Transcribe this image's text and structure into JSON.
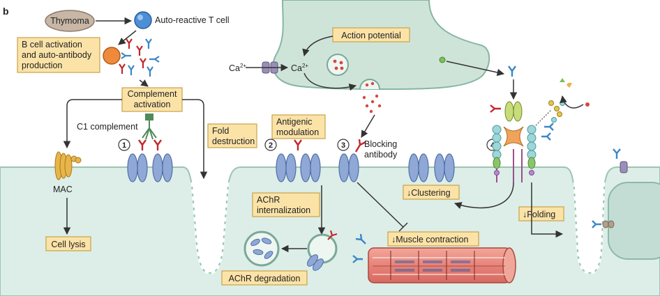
{
  "panel_letter": "b",
  "labels": {
    "thymoma": "Thymoma",
    "auto_reactive_t_cell": "Auto-reactive T cell",
    "b_cell_activation": [
      "B cell activation",
      "and auto-antibody",
      "production"
    ],
    "action_potential": "Action potential",
    "ca_outside": "Ca",
    "ca_inside": "Ca",
    "ca_superscript": "2+",
    "complement_activation": [
      "Complement",
      "activation"
    ],
    "c1_complement": "C1 complement",
    "fold_destruction": [
      "Fold",
      "destruction"
    ],
    "antigenic_modulation": [
      "Antigenic",
      "modulation"
    ],
    "blocking_antibody": [
      "Blocking",
      "antibody"
    ],
    "mac": "MAC",
    "cell_lysis": "Cell lysis",
    "clustering": "↓Clustering",
    "achr_internalization": [
      "AChR",
      "internalization"
    ],
    "muscle_contraction": "↓Muscle contraction",
    "achr_degradation": "AChR degradation",
    "folding": "↓Folding"
  },
  "mechanism_numbers": [
    "1",
    "2",
    "3",
    "4"
  ],
  "colors": {
    "box_fill": "#fbe3a8",
    "box_stroke": "#c9a24a",
    "muscle_bg": "#dceee7",
    "terminal_fill": "#cfe4d9",
    "receptor": "#8fa8d6",
    "antibody_red": "#c0282d",
    "antibody_blue": "#3a87c8",
    "thymoma_fill": "#c8b7a6",
    "arrow": "#333333",
    "muscle_fiber": "#e07a6b"
  }
}
